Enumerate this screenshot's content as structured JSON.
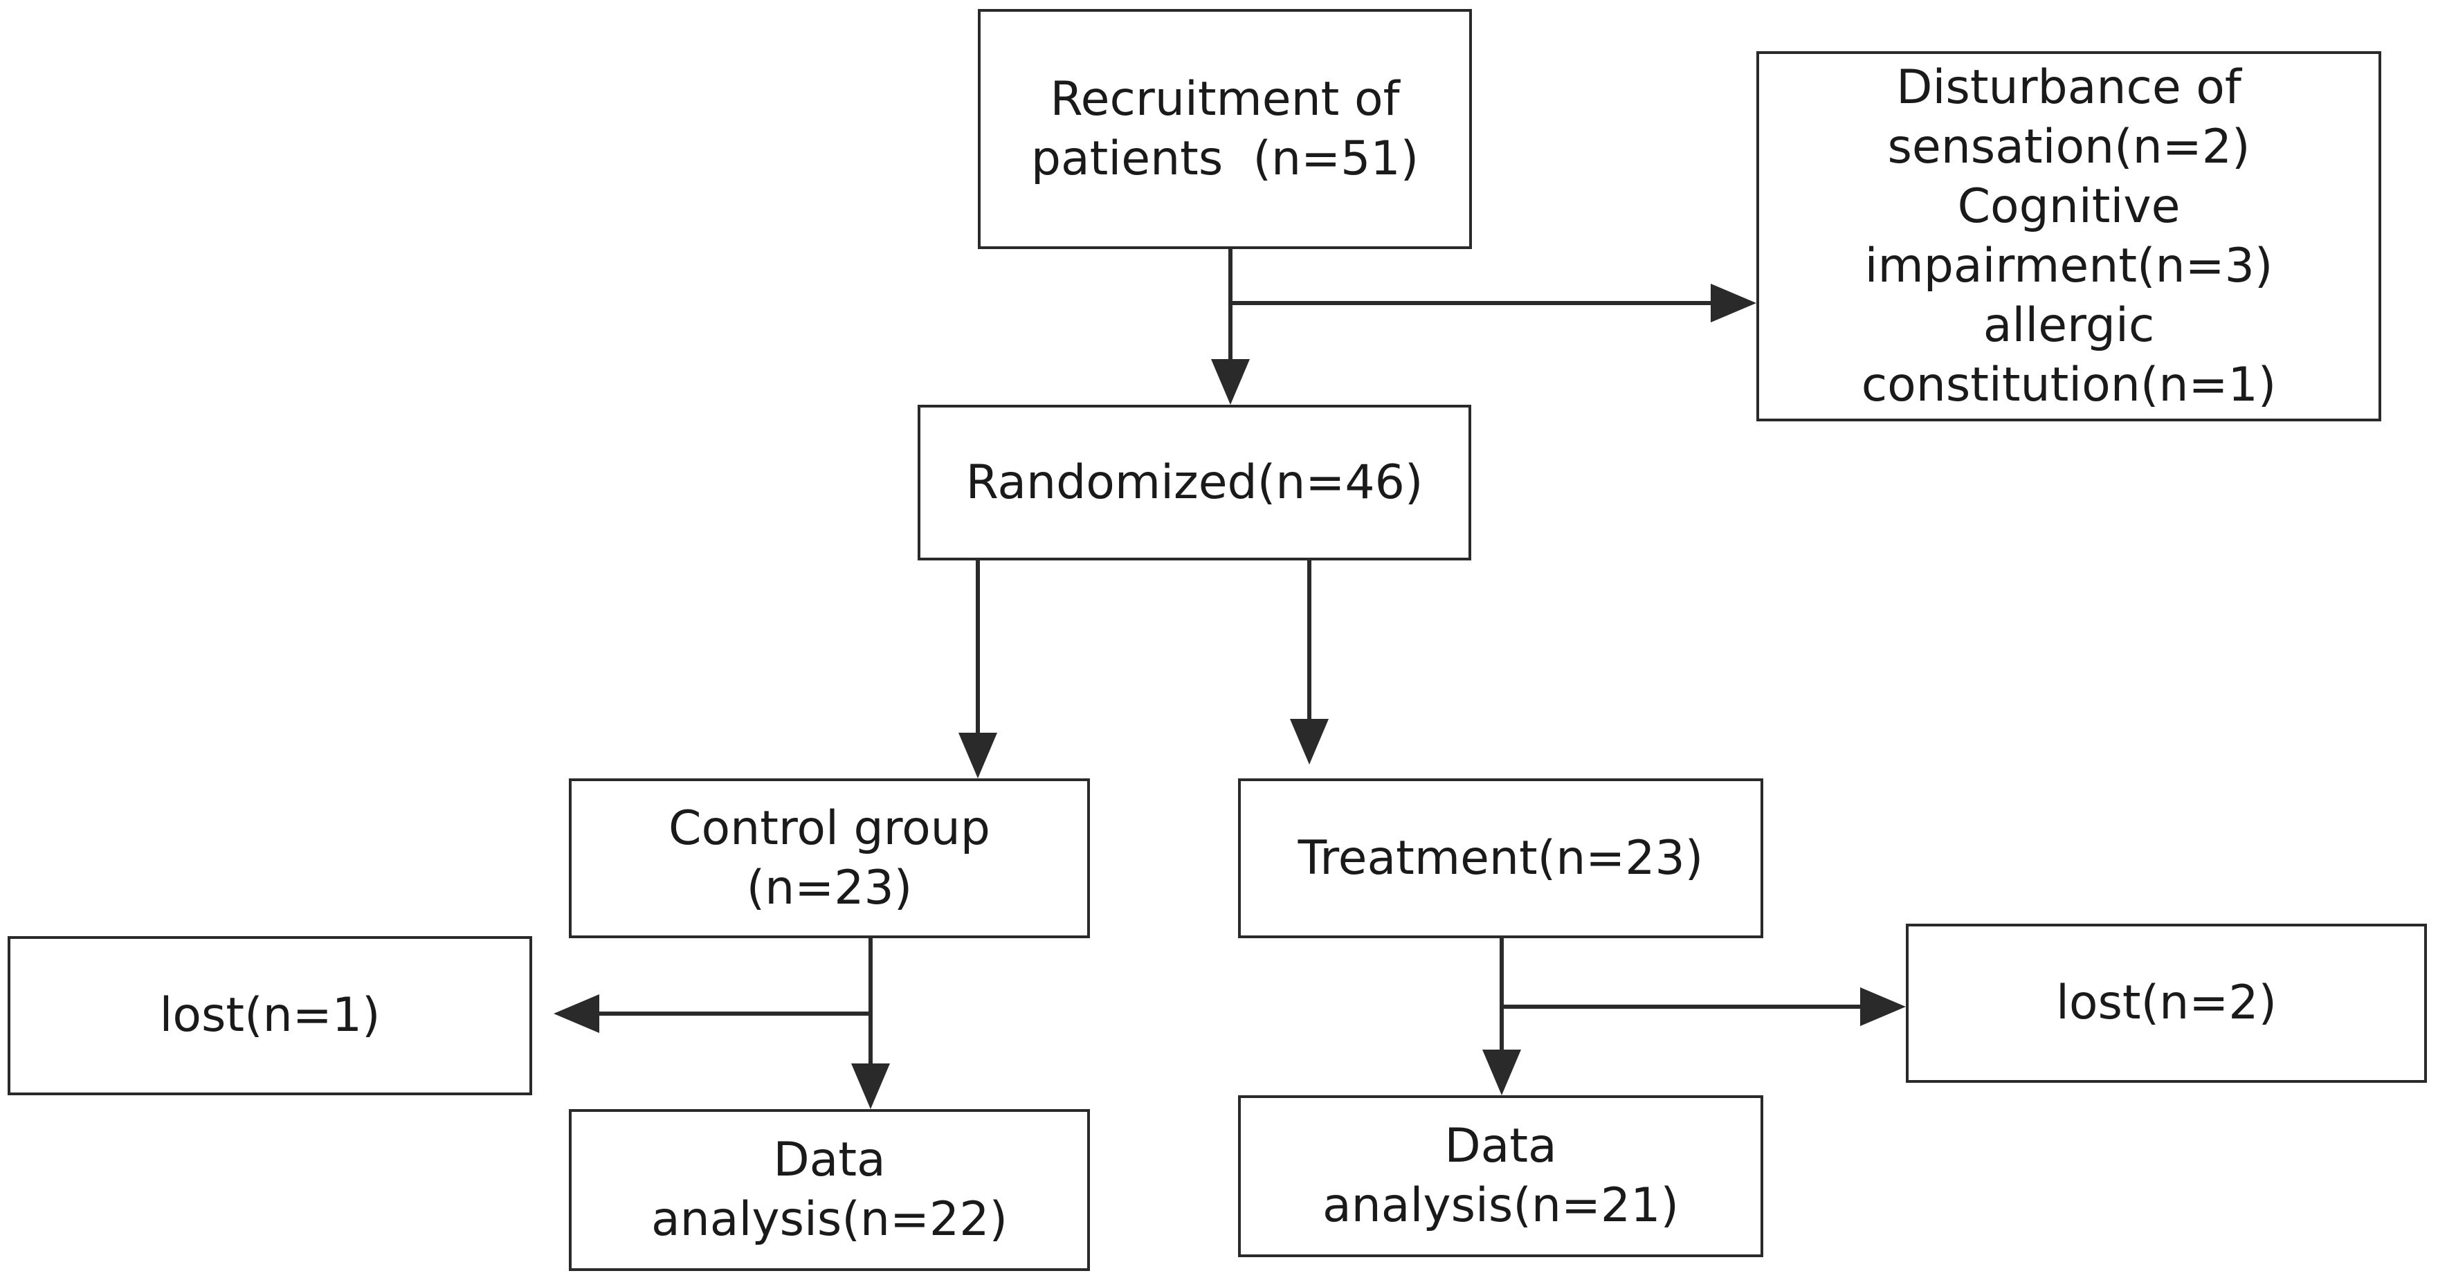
{
  "colors": {
    "stroke": "#2a2a2a",
    "text": "#1a1a1a",
    "background": "#ffffff"
  },
  "nodes": {
    "recruitment": {
      "lines": [
        "Recruitment of",
        "patients  (n=51)"
      ]
    },
    "excluded": {
      "lines": [
        "Disturbance of",
        "sensation(n=2)",
        "Cognitive",
        "impairment(n=3)",
        "allergic",
        "constitution(n=1)"
      ]
    },
    "randomized": {
      "lines": [
        "Randomized(n=46)"
      ]
    },
    "control": {
      "lines": [
        "Control group",
        "(n=23)"
      ]
    },
    "treatment": {
      "lines": [
        "Treatment(n=23)"
      ]
    },
    "lost_control": {
      "lines": [
        "lost(n=1)"
      ]
    },
    "lost_treatment": {
      "lines": [
        "lost(n=2)"
      ]
    },
    "analysis_control": {
      "lines": [
        "Data",
        "analysis(n=22)"
      ]
    },
    "analysis_treatment": {
      "lines": [
        "Data",
        "analysis(n=21)"
      ]
    }
  },
  "edges": [
    {
      "from": "recruitment",
      "to": "randomized"
    },
    {
      "from": "recruitment",
      "to": "excluded"
    },
    {
      "from": "randomized",
      "to": "control"
    },
    {
      "from": "randomized",
      "to": "treatment"
    },
    {
      "from": "control",
      "to": "lost_control"
    },
    {
      "from": "control",
      "to": "analysis_control"
    },
    {
      "from": "treatment",
      "to": "lost_treatment"
    },
    {
      "from": "treatment",
      "to": "analysis_treatment"
    }
  ]
}
